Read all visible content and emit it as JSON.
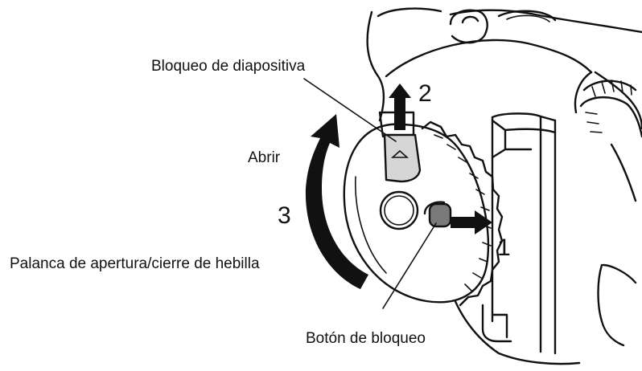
{
  "labels": {
    "slide_lock": "Bloqueo de diapositiva",
    "open": "Abrir",
    "buckle_lever": "Palanca de apertura/cierre de hebilla",
    "lock_button": "Botón de bloqueo"
  },
  "steps": {
    "one": "1",
    "two": "2",
    "three": "3"
  },
  "colors": {
    "ink": "#111111",
    "paper": "#ffffff",
    "arrow": "#111111"
  }
}
